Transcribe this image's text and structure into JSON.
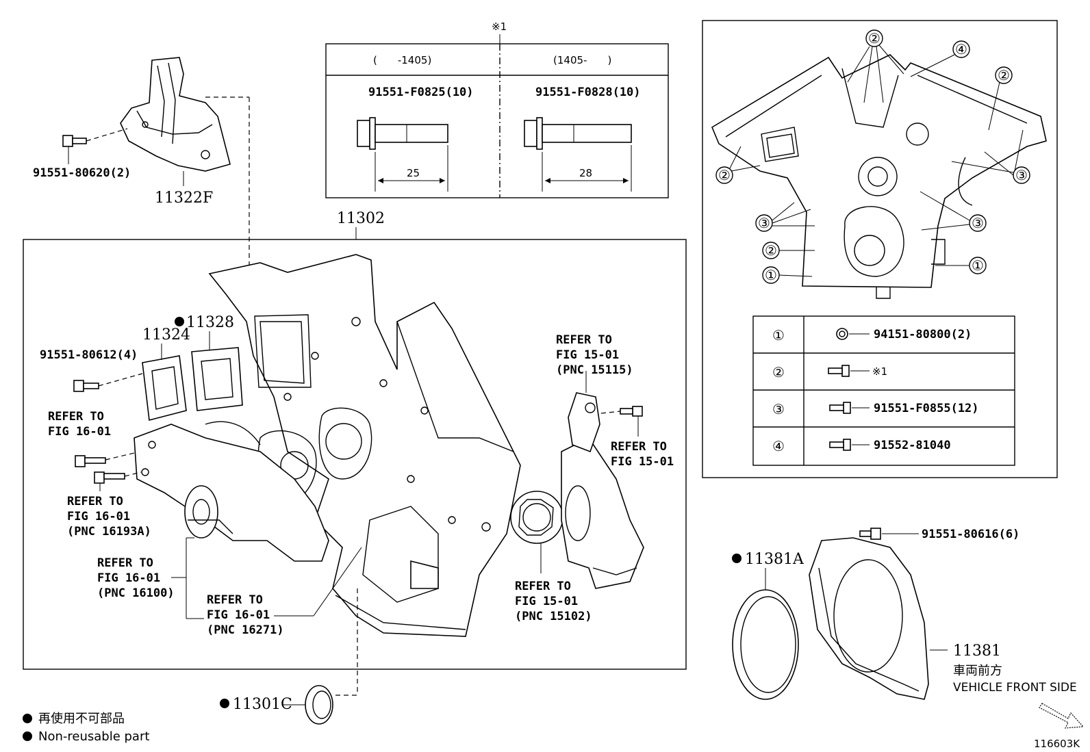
{
  "note_mark": "※1",
  "bolt_table": {
    "col1_header": "(　　-1405)",
    "col2_header": "(1405-　　)",
    "col1_part": "91551-F0825(10)",
    "col2_part": "91551-F0828(10)",
    "col1_length": "25",
    "col2_length": "28"
  },
  "labels": {
    "bolt_91551_80620": "91551-80620(2)",
    "part_11322F": "11322F",
    "part_11302": "11302",
    "part_11328": "11328",
    "part_11324": "11324",
    "bolt_91551_80612": "91551-80612(4)",
    "refer_fig16_a_1": "REFER TO",
    "refer_fig16_a_2": "FIG 16-01",
    "refer_fig16_b_1": "REFER TO",
    "refer_fig16_b_2": "FIG 16-01",
    "refer_fig16_b_3": "(PNC 16193A)",
    "refer_fig16_c_1": "REFER TO",
    "refer_fig16_c_2": "FIG 16-01",
    "refer_fig16_c_3": "(PNC 16100)",
    "refer_fig16_d_1": "REFER TO",
    "refer_fig16_d_2": "FIG 16-01",
    "refer_fig16_d_3": "(PNC 16271)",
    "refer_fig15_a_1": "REFER TO",
    "refer_fig15_a_2": "FIG 15-01",
    "refer_fig15_a_3": "(PNC 15115)",
    "refer_fig15_b_1": "REFER TO",
    "refer_fig15_b_2": "FIG 15-01",
    "refer_fig15_c_1": "REFER TO",
    "refer_fig15_c_2": "FIG 15-01",
    "refer_fig15_c_3": "(PNC 15102)",
    "part_11301C": "11301C",
    "part_11381A": "11381A",
    "part_11381": "11381",
    "bolt_91551_80616": "91551-80616(6)",
    "vehicle_front_jp": "車両前方",
    "vehicle_front_en": "VEHICLE FRONT SIDE",
    "figure_code": "116603K"
  },
  "callouts": {
    "c1": "①",
    "c2": "②",
    "c3": "③",
    "c4": "④"
  },
  "fastener_table": [
    {
      "key": "①",
      "part": "94151-80800(2)"
    },
    {
      "key": "②",
      "part": "※1"
    },
    {
      "key": "③",
      "part": "91551-F0855(12)"
    },
    {
      "key": "④",
      "part": "91552-81040"
    }
  ],
  "legend": {
    "jp": "再使用不可部品",
    "en": "Non-reusable part"
  }
}
